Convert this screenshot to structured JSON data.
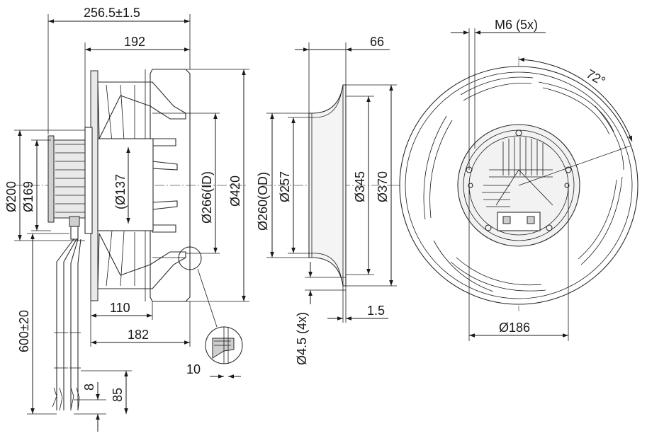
{
  "dimensions": {
    "overall_length": "256.5±1.5",
    "impeller_depth": "192",
    "motor_dia_200": "Ø200",
    "motor_dia_169": "Ø169",
    "hub_dia": "(Ø137",
    "inner_dia": "Ø266(ID)",
    "outer_dia": "Ø420",
    "width_110": "110",
    "width_182": "182",
    "cable_length": "600±20",
    "strip_8": "8",
    "strip_85": "85",
    "detail_10": "10",
    "ring_depth": "66",
    "ring_od": "Ø260(OD)",
    "ring_257": "Ø257",
    "ring_345": "Ø345",
    "ring_370": "Ø370",
    "ring_thickness": "1.5",
    "ring_holes": "Ø4.5 (4x)",
    "thread": "M6 (5x)",
    "angle": "72°",
    "bolt_circle": "Ø186"
  },
  "colors": {
    "line": "#1a1a1a",
    "fill_light": "#e9e9e9",
    "fill_mid": "#cfcfcf"
  }
}
